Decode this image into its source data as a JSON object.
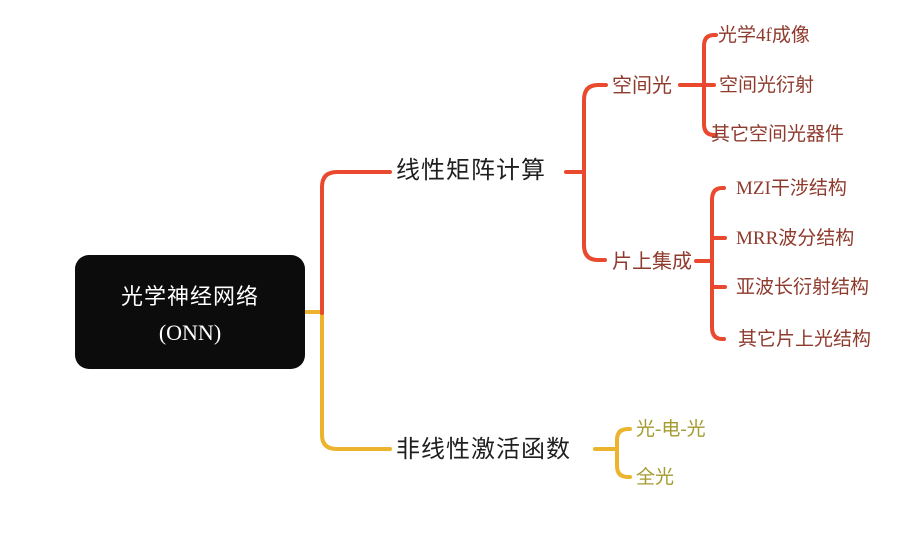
{
  "diagram": {
    "root": {
      "title": "光学神经网络",
      "subtitle": "(ONN)"
    },
    "branch_linear": {
      "label": "线性矩阵计算",
      "spatial": {
        "label": "空间光",
        "children": [
          "光学4f成像",
          "空间光衍射",
          "其它空间光器件"
        ]
      },
      "onchip": {
        "label": "片上集成",
        "children": [
          "MZI干涉结构",
          "MRR波分结构",
          "亚波长衍射结构",
          "其它片上光结构"
        ]
      }
    },
    "branch_nonlinear": {
      "label": "非线性激活函数",
      "children": [
        "光-电-光",
        "全光"
      ]
    },
    "colors": {
      "linear_branch_line": "#e8492f",
      "nonlinear_branch_line": "#ecb32c",
      "linear_leaf_text": "#8e3a2c",
      "nonlinear_leaf_text": "#a49b2e",
      "root_background": "#0c0c0c",
      "root_text": "#ffffff",
      "branch_label_text": "#1f1f1f"
    }
  }
}
